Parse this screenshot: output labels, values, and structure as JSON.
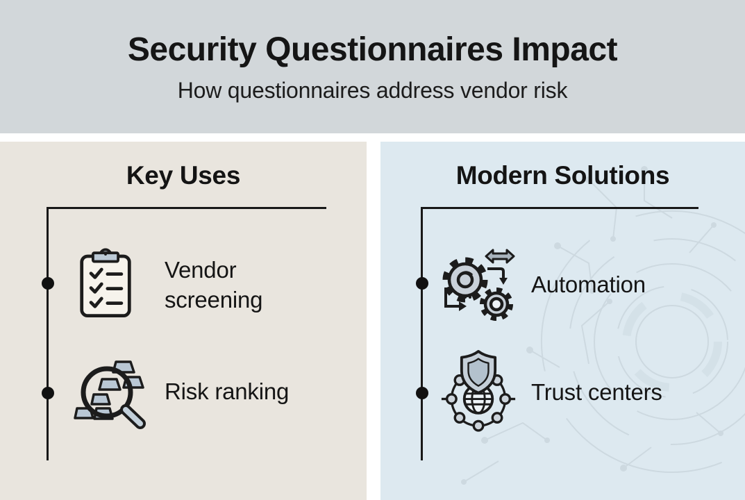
{
  "header": {
    "title": "Security Questionnaires Impact",
    "subtitle": "How questionnaires address vendor risk"
  },
  "panels": [
    {
      "id": "key-uses",
      "title": "Key Uses",
      "items": [
        {
          "icon": "clipboard-checklist-icon",
          "label": "Vendor screening"
        },
        {
          "icon": "magnifier-ranking-icon",
          "label": "Risk ranking"
        }
      ]
    },
    {
      "id": "modern-solutions",
      "title": "Modern Solutions",
      "items": [
        {
          "icon": "gears-automation-icon",
          "label": "Automation"
        },
        {
          "icon": "shield-globe-network-icon",
          "label": "Trust centers"
        }
      ]
    }
  ],
  "colors": {
    "header_bg": "#d2d7da",
    "left_panel_bg": "#e9e5de",
    "right_panel_bg": "#dde9f0",
    "text": "#161616",
    "line": "#181818",
    "bullet": "#111111",
    "icon_fill": "#bac8d5",
    "icon_stroke": "#1c1c1c",
    "pattern": "#c3cfd7"
  }
}
